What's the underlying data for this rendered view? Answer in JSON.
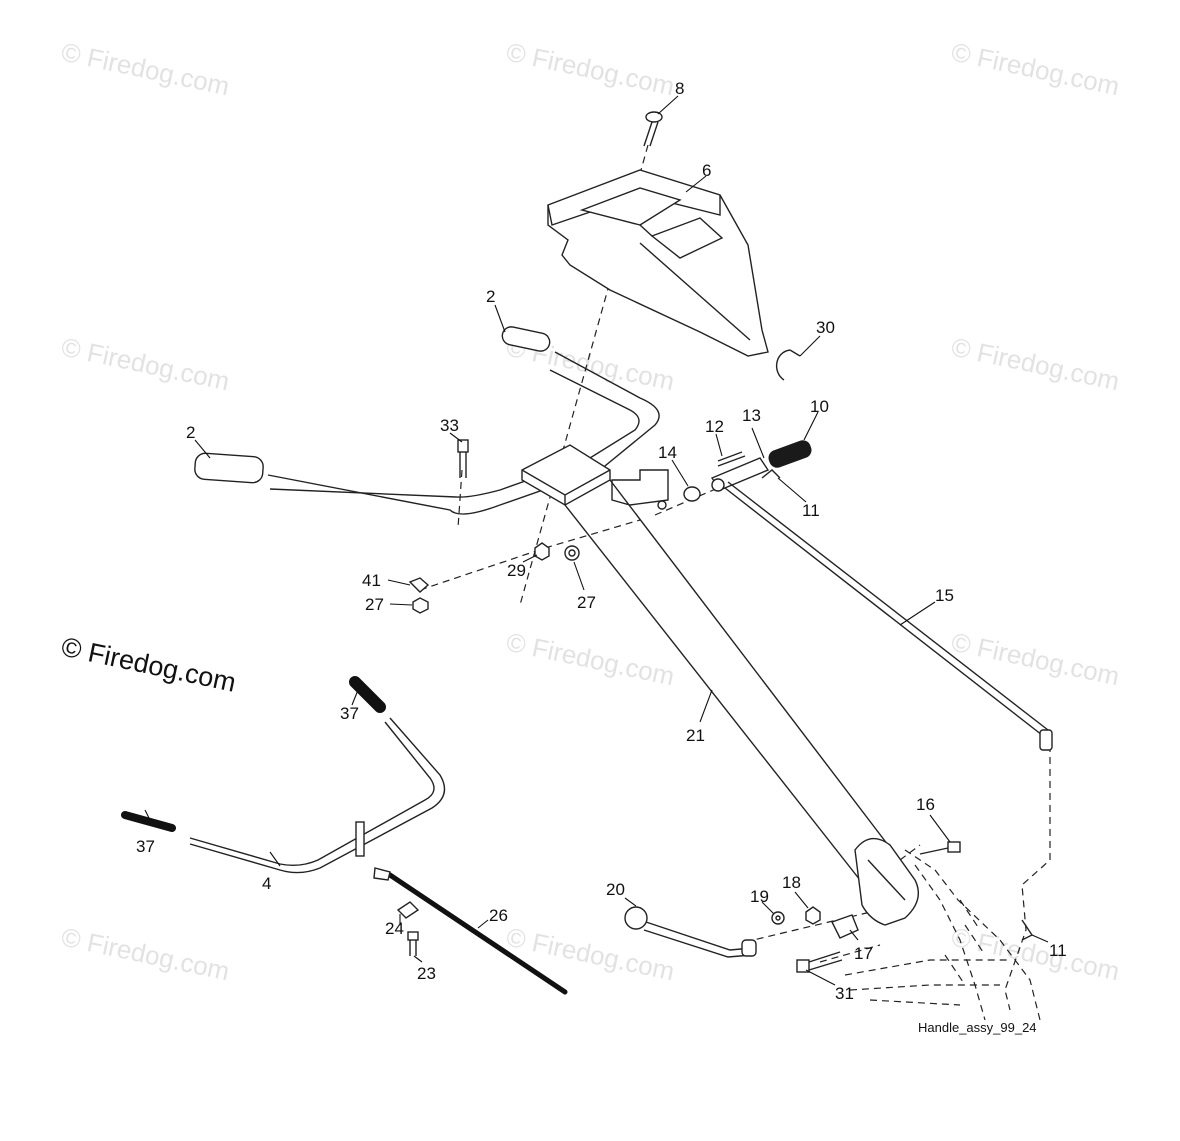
{
  "watermark": {
    "text": "© Firedog.com",
    "main_text": "© Firedog.com"
  },
  "caption": "Handle_assy_99_24",
  "callouts": [
    "8",
    "6",
    "2",
    "30",
    "33",
    "2",
    "12",
    "13",
    "10",
    "14",
    "11",
    "29",
    "41",
    "27",
    "27",
    "15",
    "37",
    "21",
    "37",
    "16",
    "4",
    "20",
    "19",
    "18",
    "26",
    "24",
    "17",
    "11",
    "23",
    "31"
  ],
  "colors": {
    "ink": "#111111",
    "watermark": "#e2e2e2",
    "background": "#ffffff"
  }
}
